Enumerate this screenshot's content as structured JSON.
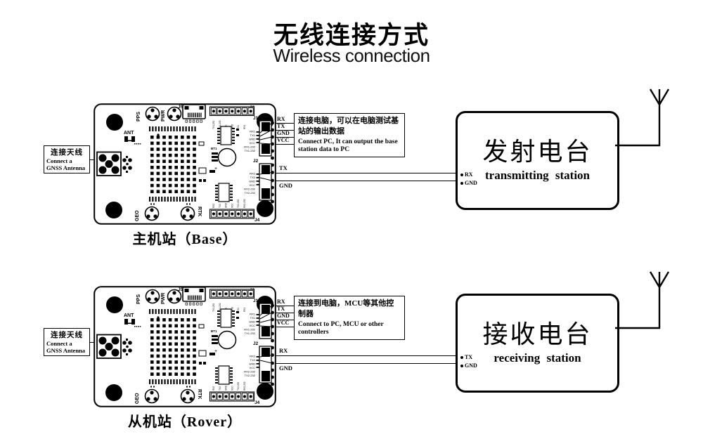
{
  "title": {
    "zh": "无线连接方式",
    "en": "Wireless connection"
  },
  "colors": {
    "ink": "#000000",
    "paper": "#ffffff"
  },
  "board_labels": {
    "pps": "PPS",
    "pwr": "PWR",
    "j5": "J5",
    "j3": "J3",
    "j4": "J4",
    "j1": "J1",
    "j2": "J2",
    "ant": "ANT",
    "bt1": "BT1",
    "geo": "GEO",
    "rtk": "RTK",
    "j1_pins": [
      "RX1",
      "TX1",
      "GND",
      "VCC",
      "RX1-232",
      "TX1-232"
    ],
    "j2_pins": [
      "RX2",
      "TX2",
      "GND",
      "VCC",
      "RX2-232",
      "TX2-232"
    ],
    "j3_pins": [
      "TX1-232",
      "RX1-232",
      "VCC",
      "GND",
      "TX1",
      "RX1"
    ],
    "j4_pins": [
      "RX2",
      "TX2",
      "GND",
      "VCC",
      "TX2-232",
      "RX2-232"
    ]
  },
  "sections": [
    {
      "id": "base",
      "caption": "主机站（Base）",
      "antenna_note": {
        "zh": "连接天线",
        "en": "Connect a GNSS Antenna"
      },
      "pc_note": {
        "zh": "连接电脑，可以在电脑测试基站的输出数据",
        "en": "Connect PC, It can output the base station data to PC"
      },
      "uart_wires": [
        "RX",
        "TX",
        "GND",
        "VCC"
      ],
      "radio_wires": [
        "TX",
        "GND"
      ],
      "station": {
        "zh": "发射电台",
        "en": "transmitting station",
        "pins": [
          "RX",
          "GND"
        ]
      }
    },
    {
      "id": "rover",
      "caption": "从机站（Rover）",
      "antenna_note": {
        "zh": "连接天线",
        "en": "Connect a GNSS Antenna"
      },
      "pc_note": {
        "zh": "连接到电脑，MCU等其他控制器",
        "en": "Connect to PC, MCU or other controllers"
      },
      "uart_wires": [
        "RX",
        "TX",
        "GND",
        "VCC"
      ],
      "radio_wires": [
        "RX",
        "GND"
      ],
      "station": {
        "zh": "接收电台",
        "en": "receiving station",
        "pins": [
          "TX",
          "GND"
        ]
      }
    }
  ]
}
